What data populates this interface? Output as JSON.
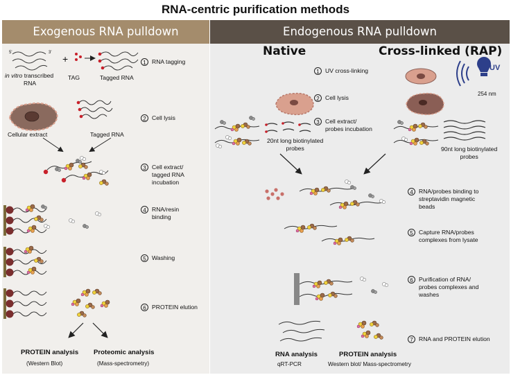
{
  "title": "RNA-centric purification methods",
  "left": {
    "header": "Exogenous RNA pulldown",
    "labels": {
      "in_vitro": "in vitro",
      "transcribed": " transcribed",
      "rna": "RNA",
      "plus": "+",
      "tag": "TAG",
      "tagged_rna": "Tagged RNA",
      "cellular_extract": "Cellular extract",
      "tagged_rna_2": "Tagged RNA",
      "five_prime": "5'",
      "three_prime": "3'"
    },
    "steps": [
      {
        "num": "1",
        "text": "RNA tagging"
      },
      {
        "num": "2",
        "text": "Cell lysis"
      },
      {
        "num": "3",
        "text": "Cell extract/\ntagged RNA\nincubation"
      },
      {
        "num": "4",
        "text": "RNA/resin\nbinding"
      },
      {
        "num": "5",
        "text": "Washing"
      },
      {
        "num": "6",
        "text": "PROTEIN elution"
      }
    ],
    "outputs": [
      {
        "title": "PROTEIN analysis",
        "detail": "(Western Blot)"
      },
      {
        "title": "Proteomic analysis",
        "detail": "(Mass-spectrometry)"
      }
    ]
  },
  "right": {
    "header": "Endogenous RNA pulldown",
    "native": "Native",
    "crosslinked": "Cross-linked (RAP)",
    "uv": "UV",
    "wavelength": "254 nm",
    "probes_20": "20nt long biotinylated\nprobes",
    "probes_90": "90nt long biotinylated\nprobes",
    "steps": [
      {
        "num": "1",
        "text": "UV cross-linking"
      },
      {
        "num": "2",
        "text": "Cell lysis"
      },
      {
        "num": "3",
        "text": "Cell extract/\nprobes incubation"
      },
      {
        "num": "4",
        "text": "RNA/probes binding to\nstreptavidin magnetic\nbeads"
      },
      {
        "num": "5",
        "text": "Capture RNA/probes\ncomplexes from lysate"
      },
      {
        "num": "6",
        "text": "Purification of RNA/\nprobes complexes and\nwashes"
      },
      {
        "num": "7",
        "text": "RNA and PROTEIN elution"
      }
    ],
    "outputs": [
      {
        "title": "RNA analysis",
        "detail": "qRT-PCR"
      },
      {
        "title": "PROTEIN analysis",
        "detail": "Western blot/ Mass-spectrometry"
      }
    ]
  },
  "colors": {
    "left_header": "#a48c6c",
    "right_header": "#5a5047",
    "left_bg": "#f1efec",
    "right_bg": "#ececec",
    "cell": "#d9a08e",
    "cell_dark": "#8a5e55",
    "tag_red": "#c8202a",
    "bead": "#7a2e2e",
    "resin": "#7a6a3a",
    "protein_yellow": "#f0d23a",
    "protein_brown": "#9a6a4a",
    "bulb": "#2d3f8a"
  }
}
